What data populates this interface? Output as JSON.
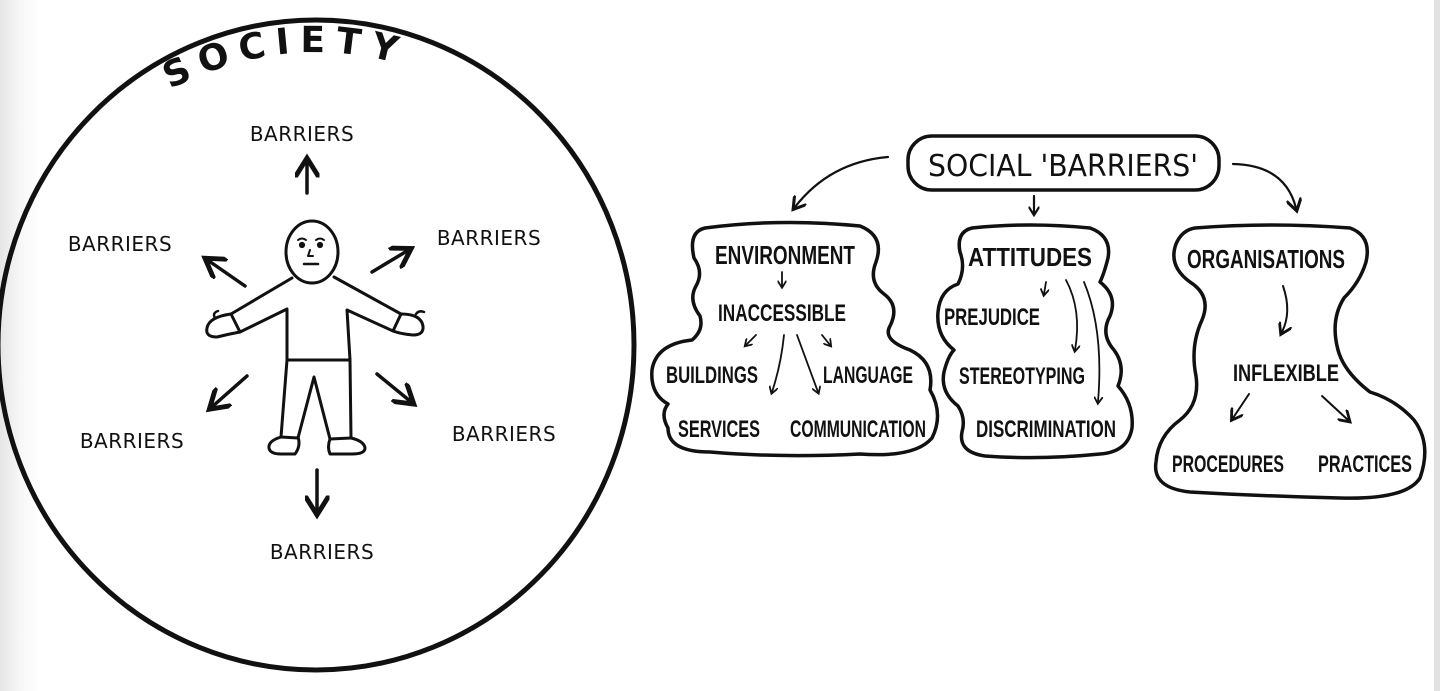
{
  "left_diagram": {
    "circle_label": "SOCIETY",
    "center_figure": "person",
    "barriers": [
      {
        "position": "top",
        "label": "BARRIERS"
      },
      {
        "position": "upper-left",
        "label": "BARRIERS"
      },
      {
        "position": "upper-right",
        "label": "BARRIERS"
      },
      {
        "position": "lower-left",
        "label": "BARRIERS"
      },
      {
        "position": "lower-right",
        "label": "BARRIERS"
      },
      {
        "position": "bottom",
        "label": "BARRIERS"
      }
    ]
  },
  "right_diagram": {
    "root": "SOCIAL 'BARRIERS'",
    "branches": [
      {
        "title": "ENVIRONMENT",
        "sub": "INACCESSIBLE",
        "items": [
          "BUILDINGS",
          "LANGUAGE",
          "SERVICES",
          "COMMUNICATION"
        ]
      },
      {
        "title": "ATTITUDES",
        "items": [
          "PREJUDICE",
          "STEREOTYPING",
          "DISCRIMINATION"
        ]
      },
      {
        "title": "ORGANISATIONS",
        "sub": "INFLEXIBLE",
        "items": [
          "PROCEDURES",
          "PRACTICES"
        ]
      }
    ]
  },
  "colors": {
    "ink": "#111111",
    "background": "#ffffff",
    "edge_shade": "#e2e2e2"
  }
}
